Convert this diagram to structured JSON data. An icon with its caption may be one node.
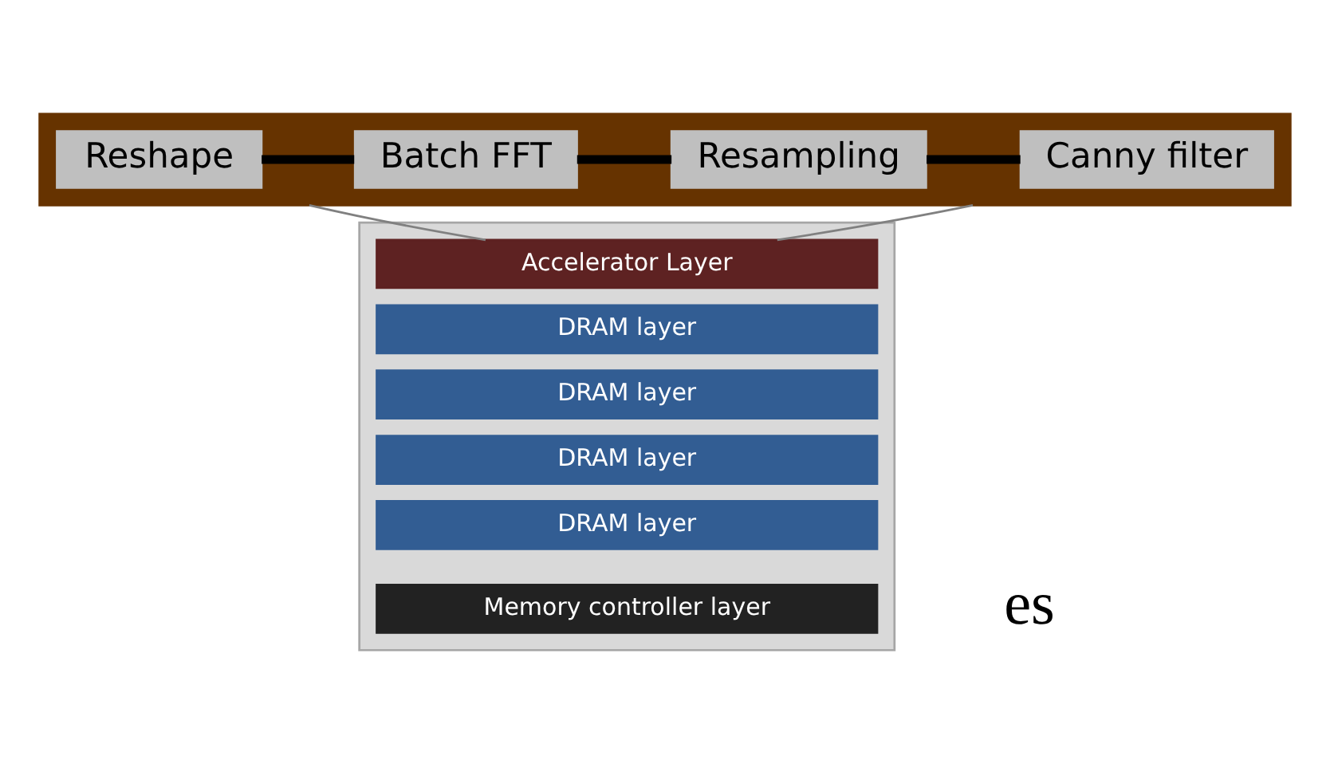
{
  "diagram": {
    "nodes": [
      {
        "text": [],
        "shape": "box"
      },
      {
        "text": [
          "Reshape"
        ],
        "in": 0
      },
      {
        "text": [
          "Batch FFT"
        ],
        "in": 0
      },
      {
        "text": [
          "Resampling"
        ],
        "in": 0
      },
      {
        "text": [
          "Canny filter"
        ],
        "in": 0
      },
      {
        "text": [],
        "shape": "box"
      },
      {
        "text": [
          "Accelerator Layer"
        ],
        "in": 5
      },
      {
        "text": [
          "DRAM layer"
        ],
        "in": 5
      },
      {
        "text": [
          "DRAM layer"
        ],
        "in": 5
      },
      {
        "text": [
          "DRAM layer"
        ],
        "in": 5
      },
      {
        "text": [
          "DRAM layer"
        ],
        "in": 5
      },
      {
        "text": [
          "Memory controller layer"
        ],
        "in": 5
      }
    ],
    "edges": [
      {
        "from": 1,
        "to": 2,
        "arrow": "none"
      },
      {
        "from": 2,
        "to": 3,
        "arrow": "none"
      },
      {
        "from": 3,
        "to": 4,
        "arrow": "none"
      },
      {
        "from": 6,
        "to": 0,
        "arrow": "none",
        "color": "#808080"
      },
      {
        "from": 6,
        "to": 0,
        "arrow": "none",
        "color": "#808080"
      }
    ],
    "labels": [
      "es"
    ]
  }
}
